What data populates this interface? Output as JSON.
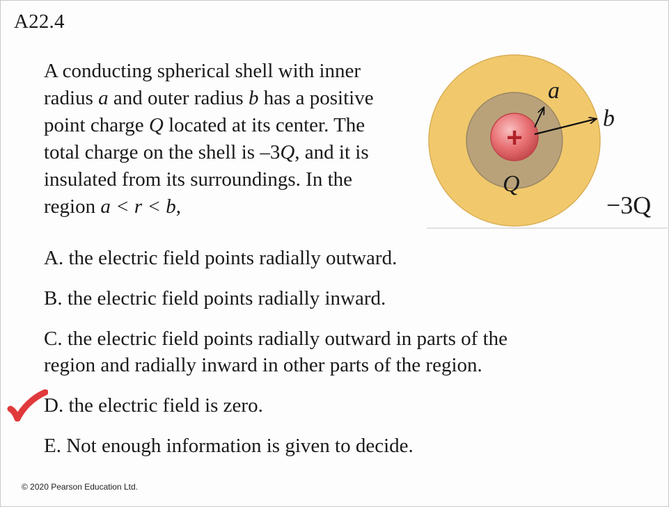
{
  "slide_id": "A22.4",
  "question": {
    "line1": "A conducting spherical shell with inner",
    "line2_pre": "radius ",
    "line2_a": "a",
    "line2_mid": " and outer radius ",
    "line2_b": "b",
    "line2_post": " has a positive",
    "line3_pre": "point charge ",
    "line3_Q": "Q",
    "line3_post": " located at its center. The",
    "line4_pre": "total charge on the shell is –3",
    "line4_Q": "Q",
    "line4_post": ", and it is",
    "line5": "insulated from its surroundings. In the",
    "line6_pre": "region ",
    "line6_ineq": "a < r < b",
    "line6_post": ","
  },
  "figure": {
    "label_a": "a",
    "label_b": "b",
    "label_Q": "Q",
    "label_plus": "+",
    "label_shell_charge": "−3Q",
    "colors": {
      "shell": "#f1c96c",
      "shell_edge": "#d9ae55",
      "cavity": "#b9a27a",
      "cavity_edge": "#9a8663",
      "charge": "#e87073",
      "charge_edge": "#c04548"
    }
  },
  "choices": {
    "a": "A. the electric field points radially outward.",
    "b": "B. the electric field points radially inward.",
    "c_line1": "C. the electric field points radially outward in parts of the",
    "c_line2": "region and radially inward in other parts of the region.",
    "d": "D. the electric field is zero.",
    "e": "E. Not enough information is given to decide."
  },
  "correct_marker": {
    "icon": "check-mark-icon",
    "color": "#e0393b"
  },
  "footer": {
    "copyright": "© 2020 Pearson Education Ltd."
  }
}
